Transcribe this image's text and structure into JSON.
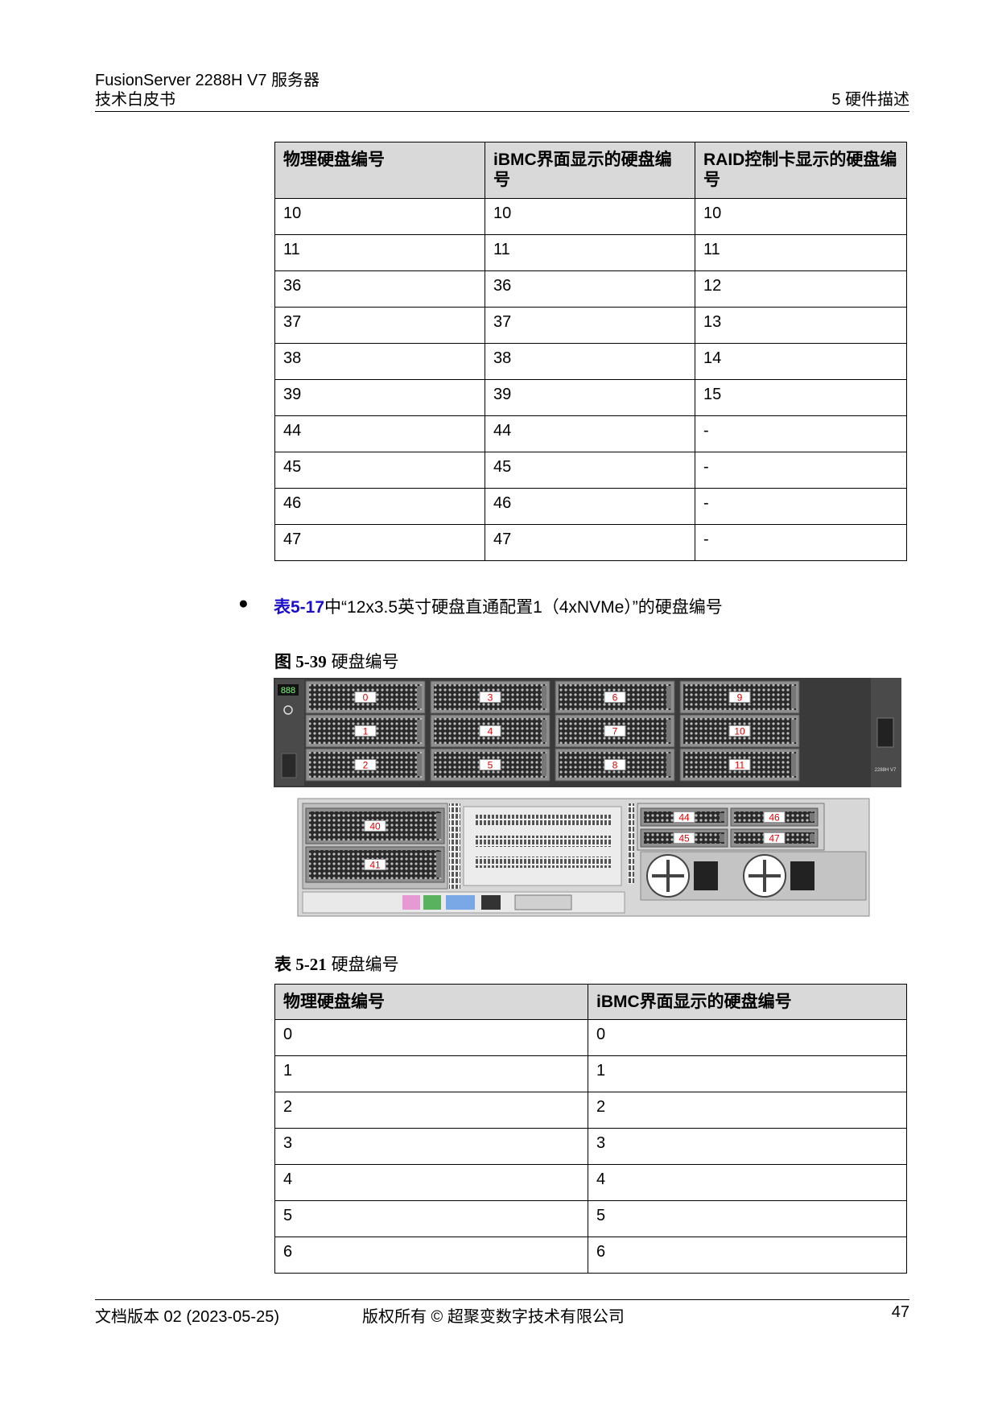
{
  "header": {
    "product": "FusionServer 2288H V7 服务器",
    "doc_type": "技术白皮书",
    "chapter": "5 硬件描述"
  },
  "table_top": {
    "headers": [
      "物理硬盘编号",
      "iBMC界面显示的硬盘编号",
      "RAID控制卡显示的硬盘编号"
    ],
    "rows": [
      [
        "10",
        "10",
        "10"
      ],
      [
        "11",
        "11",
        "11"
      ],
      [
        "36",
        "36",
        "12"
      ],
      [
        "37",
        "37",
        "13"
      ],
      [
        "38",
        "38",
        "14"
      ],
      [
        "39",
        "39",
        "15"
      ],
      [
        "44",
        "44",
        "-"
      ],
      [
        "45",
        "45",
        "-"
      ],
      [
        "46",
        "46",
        "-"
      ],
      [
        "47",
        "47",
        "-"
      ]
    ]
  },
  "bullet": {
    "link": "表5-17",
    "text": "中“12x3.5英寸硬盘直通配置1（4xNVMe）”的硬盘编号"
  },
  "figure": {
    "caption_num": "图 5-39",
    "caption_text": " 硬盘编号",
    "front_labels": [
      "0",
      "1",
      "2",
      "3",
      "4",
      "5",
      "6",
      "7",
      "8",
      "9",
      "10",
      "11"
    ],
    "rear_left_labels": [
      "40",
      "41"
    ],
    "rear_right_labels": [
      "44",
      "46",
      "45",
      "47"
    ],
    "panel_text": "888",
    "model_text": "2288H V7"
  },
  "table_bottom": {
    "caption_num": "表 5-21",
    "caption_text": " 硬盘编号",
    "headers": [
      "物理硬盘编号",
      "iBMC界面显示的硬盘编号"
    ],
    "rows": [
      [
        "0",
        "0"
      ],
      [
        "1",
        "1"
      ],
      [
        "2",
        "2"
      ],
      [
        "3",
        "3"
      ],
      [
        "4",
        "4"
      ],
      [
        "5",
        "5"
      ],
      [
        "6",
        "6"
      ]
    ]
  },
  "footer": {
    "version": "文档版本 02 (2023-05-25)",
    "copyright": "版权所有 © 超聚变数字技术有限公司",
    "page": "47"
  },
  "colors": {
    "link": "#1a0dcc",
    "label_red": "#e00000",
    "header_bg": "#d9d9d9"
  }
}
